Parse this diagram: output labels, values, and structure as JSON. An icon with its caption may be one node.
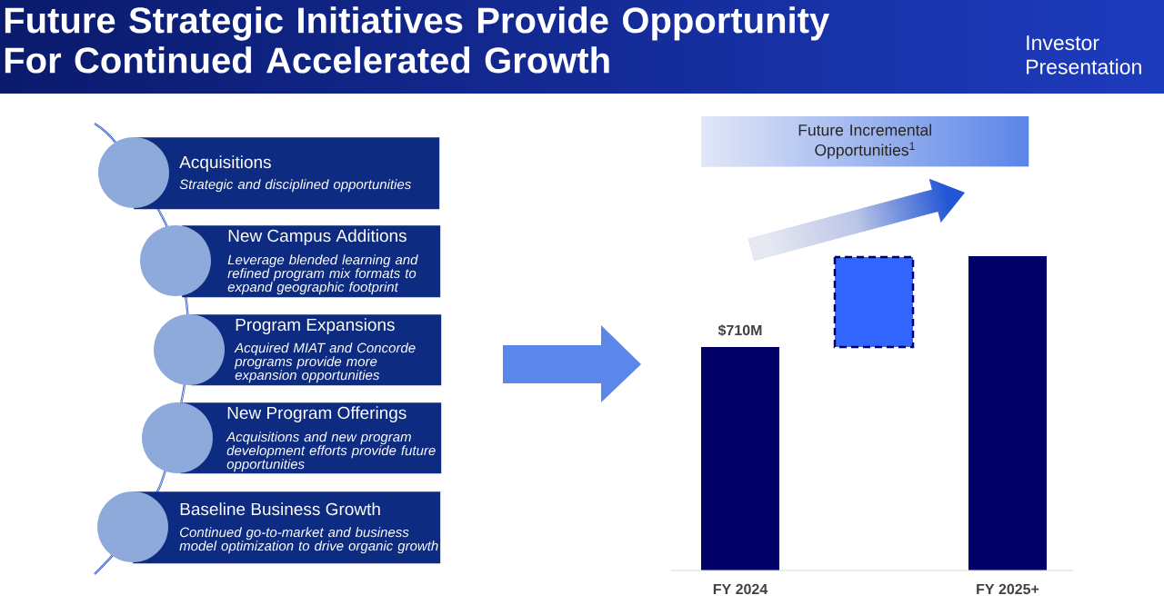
{
  "diagram": {
    "title": "Future Strategic Initiatives Provide Opportunity For Continued Accelerated Growth",
    "nodes": [
      {
        "text": [
          "Acquisitions",
          "Strategic and disciplined opportunities"
        ]
      },
      {
        "text": [
          "New Campus Additions",
          "Leverage blended learning and refined program mix formats to expand geographic footprint"
        ]
      },
      {
        "text": [
          "Program Expansions",
          "Acquired MIAT and Concorde programs provide more expansion opportunities"
        ]
      },
      {
        "text": [
          "New Program Offerings",
          "Acquisitions and new program development efforts provide future opportunities"
        ]
      },
      {
        "text": [
          "Baseline Business Growth",
          "Continued go-to-market and business model optimization to drive organic growth"
        ]
      },
      {
        "text": [
          "Future Incremental Opportunities$^{1}$"
        ]
      }
    ],
    "labels": [
      "Investor Presentation",
      "$710M",
      "FY 2024",
      "FY 2025+"
    ]
  }
}
